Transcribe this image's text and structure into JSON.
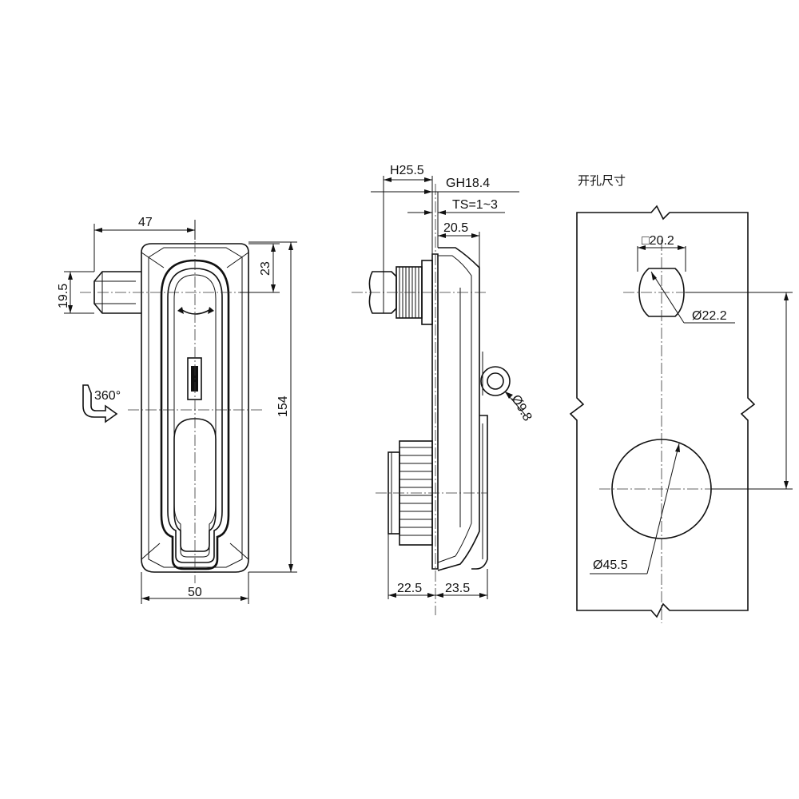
{
  "front_view": {
    "width_label": "50",
    "height_label": "154",
    "handle_offset_label": "47",
    "shaft_height_label": "19.5",
    "top_offset_label": "23",
    "rotation_label": "360°"
  },
  "side_view": {
    "h_label": "H25.5",
    "gh_label": "GH18.4",
    "ts_label": "TS=1~3",
    "depth_label": "20.5",
    "hole_label": "Ø9.8",
    "bottom_left_label": "22.5",
    "bottom_right_label": "23.5"
  },
  "cutout_view": {
    "title": "开孔尺寸",
    "square_label": "□20.2",
    "small_hole_label": "Ø22.2",
    "large_hole_label": "Ø45.5"
  }
}
